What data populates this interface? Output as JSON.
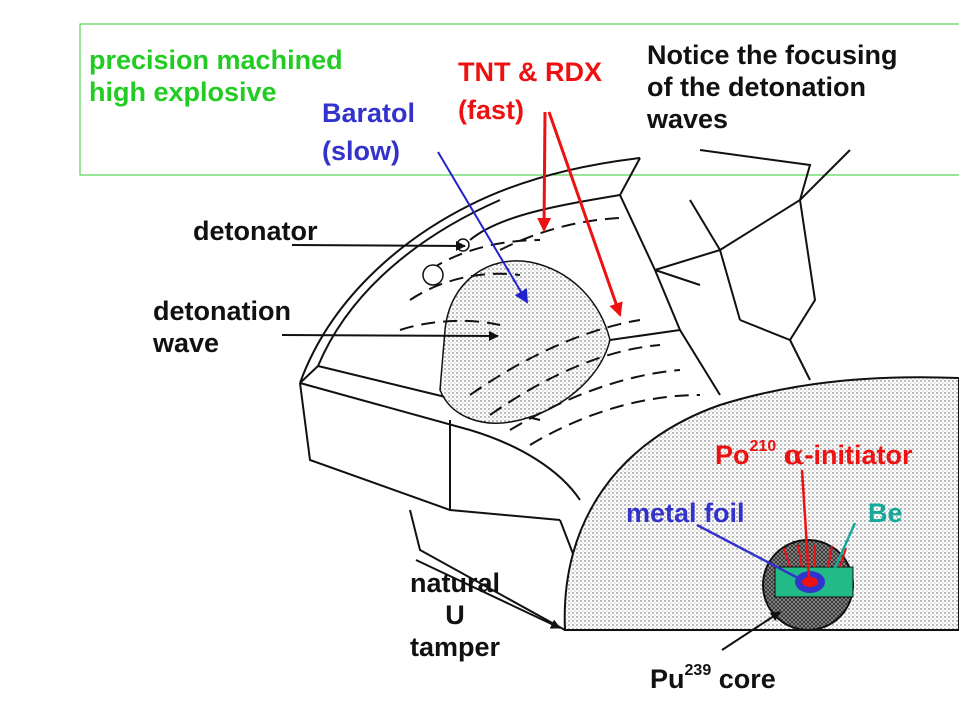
{
  "labels": {
    "precision": "precision machined\nhigh explosive",
    "tnt": "TNT & RDX",
    "tnt_speed": "(fast)",
    "baratol": "Baratol",
    "baratol_speed": "(slow)",
    "notice": "Notice the focusing\nof the detonation\nwaves",
    "detonator": "detonator",
    "detonation_wave": "detonation\nwave",
    "po_prefix": "Po",
    "po_sup": "210",
    "po_alpha": "α",
    "po_suffix": "-initiator",
    "metal_foil": "metal foil",
    "be": "Be",
    "tamper": "natural\nU\ntamper",
    "pu_prefix": "Pu",
    "pu_sup": "239",
    "pu_suffix": "core"
  },
  "colors": {
    "explosive_label": "#22cc22",
    "fast_label": "#ee1111",
    "slow_label": "#3333cc",
    "be_label": "#11aa99",
    "box_border": "#33cc33",
    "be_fill": "#22bb88"
  }
}
